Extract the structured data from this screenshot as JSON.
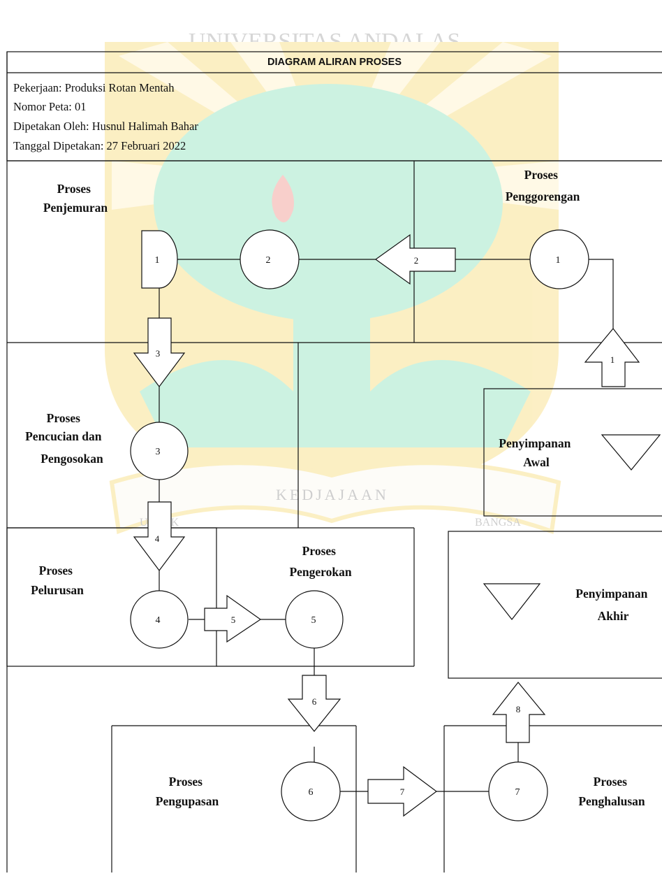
{
  "watermark": {
    "arc_text": "UNIVERSITAS ANDALAS",
    "motto_center": "KEDJAJAAN",
    "motto_left": "UNTUK",
    "motto_right": "BANGSA",
    "colors": {
      "shield": "#f3c21d",
      "tree": "#3fcf8f",
      "flame": "#e8483b"
    }
  },
  "header": {
    "title": "DIAGRAM ALIRAN PROSES",
    "info": [
      "Pekerjaan: Produksi Rotan Mentah",
      "Nomor Peta: 01",
      "Dipetakan Oleh: Husnul Halimah Bahar",
      "Tanggal Dipetakan: 27 Februari 2022"
    ]
  },
  "areas": {
    "penjemuran": [
      "Proses",
      "Penjemuran"
    ],
    "penggorengan": [
      "Proses",
      "Penggorengan"
    ],
    "pencucian": [
      "Proses",
      "Pencucian dan",
      "Pengosokan"
    ],
    "penyimpanan_awal": [
      "Penyimpanan",
      "Awal"
    ],
    "pelurusan": [
      "Proses",
      "Pelurusan"
    ],
    "pengerokan": [
      "Proses",
      "Pengerokan"
    ],
    "penyimpanan_akhir": [
      "Penyimpanan",
      "Akhir"
    ],
    "pengupasan": [
      "Proses",
      "Pengupasan"
    ],
    "penghalusan": [
      "Proses",
      "Penghalusan"
    ]
  },
  "symbols": {
    "delay_1": "1",
    "operations": {
      "op1": "1",
      "op2": "2",
      "op3": "3",
      "op4": "4",
      "op5": "5",
      "op6": "6",
      "op7": "7"
    },
    "transports": {
      "t1": "1",
      "t2": "2",
      "t3": "3",
      "t4": "4",
      "t5": "5",
      "t6": "6",
      "t7": "7",
      "t8": "8"
    }
  }
}
